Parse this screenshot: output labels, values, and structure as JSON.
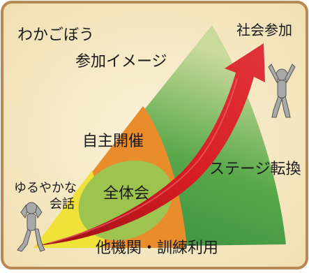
{
  "title": {
    "line1": "わかごぼう",
    "line2": "参加イメージ"
  },
  "stages": {
    "casual_talk_line1": "ゆるやかな",
    "casual_talk_line2": "会話",
    "general_meeting": "全体会",
    "self_run": "自主開催",
    "other_institutions": "他機関・訓練利用",
    "stage_shift": "ステージ転換",
    "social_participation": "社会参加"
  },
  "colors": {
    "background": "#f6e9c6",
    "border": "#b88952",
    "yellow_band": "#f1e23a",
    "green_oval": "#9cc44f",
    "orange_band": "#e98c2c",
    "green_outer": "#4ea148",
    "arrow": "#c8161d"
  },
  "icons": {
    "bottom_figure": "person-holding-head-icon",
    "top_figure": "person-arms-raised-icon"
  }
}
